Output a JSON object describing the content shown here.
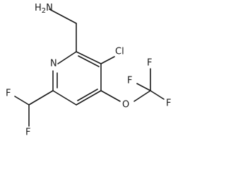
{
  "molecule": {
    "labels": {
      "amine": "H2N",
      "ring_nitrogen": "N",
      "chlorine": "Cl",
      "ether_oxygen": "O",
      "cf3_f_top": "F",
      "cf3_f_left": "F",
      "cf3_f_right": "F",
      "chf2_f_left": "F",
      "chf2_f_bottom": "F"
    }
  }
}
